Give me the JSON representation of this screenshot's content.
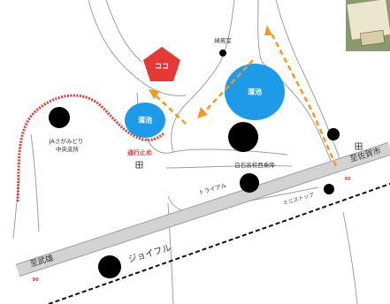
{
  "map": {
    "here_marker": {
      "label": "ココ",
      "color": "#e53935"
    },
    "ponds": [
      {
        "label": "溜池",
        "color": "#1e9be8"
      },
      {
        "label": "溜池",
        "color": "#1e9be8"
      }
    ],
    "places": {
      "ryokufudo": "緑風堂",
      "ja": "JAさがみどり\n中央支所",
      "road_closed": "通行止め",
      "school_bus_stop": "白石高校西乗降",
      "trial": "トライアル",
      "ministop": "ミニストップ",
      "joyful": "ジョイフル"
    },
    "direction_signs": {
      "to_saga": "至佐賀市",
      "to_takeo": "至武雄"
    },
    "route_numbers": {
      "route_a": "90",
      "route_b": "90"
    },
    "icons": {
      "here": "pentagon-marker-icon",
      "pond": "pond-icon",
      "landmark": "black-dot-icon",
      "post_office": "post-office-icon",
      "walking_route": "orange-dashed-arrow-icon",
      "closed_path": "red-jagged-line-icon"
    },
    "colors": {
      "main_road": "#d3d3d3",
      "road_outline": "#9aa0a6",
      "railway": "#111111",
      "walking_route": "#f39a1e",
      "closed_path": "#e53935"
    }
  }
}
